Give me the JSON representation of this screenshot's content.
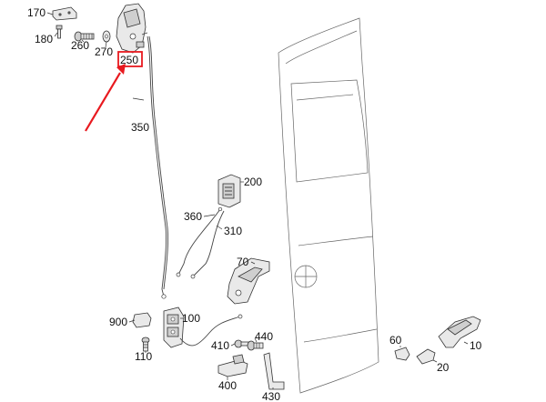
{
  "diagram": {
    "callouts": [
      {
        "id": "170",
        "text": "170"
      },
      {
        "id": "180",
        "text": "180"
      },
      {
        "id": "260",
        "text": "260"
      },
      {
        "id": "270",
        "text": "270"
      },
      {
        "id": "250",
        "text": "250"
      },
      {
        "id": "350",
        "text": "350"
      },
      {
        "id": "200",
        "text": "200"
      },
      {
        "id": "360",
        "text": "360"
      },
      {
        "id": "310",
        "text": "310"
      },
      {
        "id": "70",
        "text": "70"
      },
      {
        "id": "900",
        "text": "900"
      },
      {
        "id": "100",
        "text": "100"
      },
      {
        "id": "110",
        "text": "110"
      },
      {
        "id": "410",
        "text": "410"
      },
      {
        "id": "440",
        "text": "440"
      },
      {
        "id": "400",
        "text": "400"
      },
      {
        "id": "430",
        "text": "430"
      },
      {
        "id": "60",
        "text": "60"
      },
      {
        "id": "10",
        "text": "10"
      },
      {
        "id": "20",
        "text": "20"
      }
    ],
    "highlight": {
      "callout": "250",
      "color": "#e8191f"
    }
  }
}
